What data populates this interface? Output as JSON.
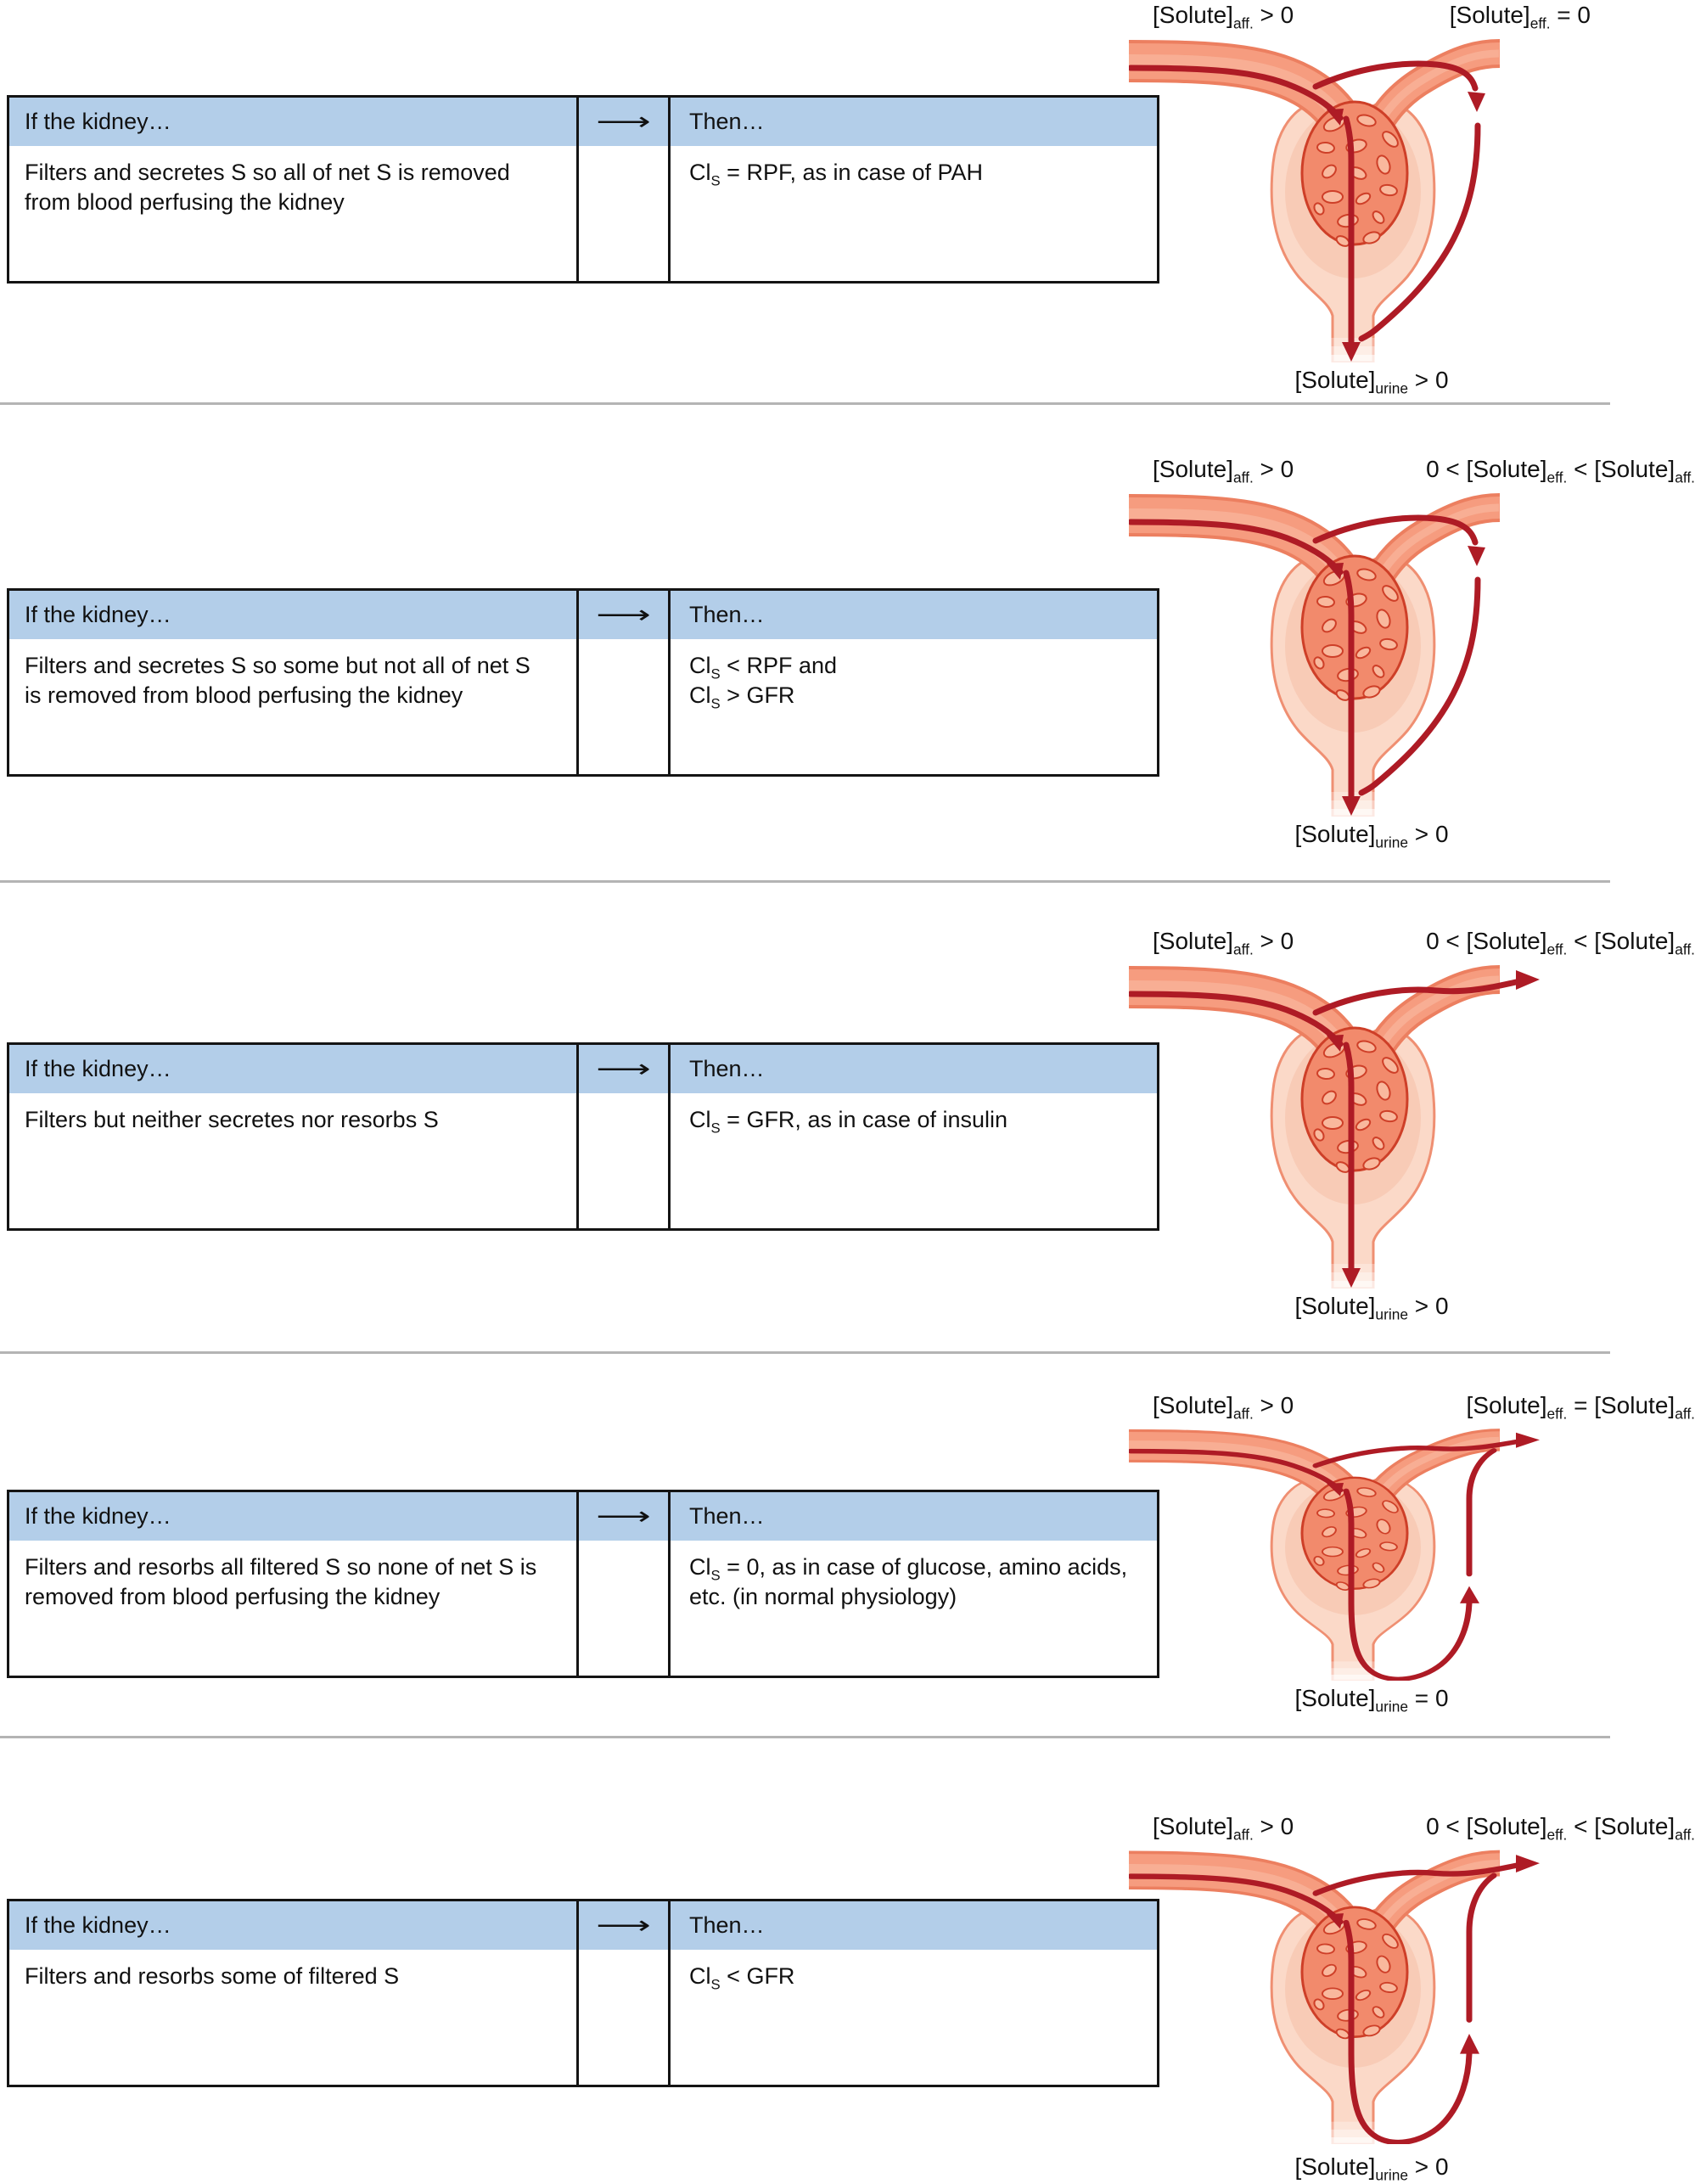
{
  "table_header": {
    "if_label": "If the kidney…",
    "then_label": "Then…",
    "arrow_icon": "⟶"
  },
  "colors": {
    "header_blue": "#b3cee9",
    "table_border": "#141414",
    "divider_gray": "#b4b4b4",
    "vessel_fill": "#f69c7f",
    "vessel_outline": "#ec7f60",
    "capsule_fill": "#fbd9c8",
    "capsule_outline": "#ef8f72",
    "glomerulus_fill": "#f28a6c",
    "glomerulus_outline": "#ce3f28",
    "flow_arrow_red": "#ae1b25"
  },
  "rows": [
    {
      "if_text": "Filters and secretes S so all of net S is removed from blood perfusing the kidney",
      "then_lines": [
        {
          "pre": "Cl",
          "sub": "S",
          "post": " = RPF, as in case of PAH"
        }
      ],
      "diagram": {
        "variant": "secretion",
        "afferent_label": {
          "pre": "[Solute]",
          "sub": "aff.",
          "mid": " > 0"
        },
        "efferent_label": {
          "pre": "[Solute]",
          "sub": "eff.",
          "mid": " = 0"
        },
        "urine_label": {
          "pre": "[Solute]",
          "sub": "urine",
          "mid": " > 0"
        }
      }
    },
    {
      "if_text": "Filters and secretes S so some but not all of net S is removed from blood perfusing the kidney",
      "then_lines": [
        {
          "pre": "Cl",
          "sub": "S",
          "post": " < RPF and"
        },
        {
          "pre": "Cl",
          "sub": "S",
          "post": " > GFR"
        }
      ],
      "diagram": {
        "variant": "secretion",
        "afferent_label": {
          "pre": "[Solute]",
          "sub": "aff.",
          "mid": " > 0"
        },
        "efferent_label": {
          "pre": "0 < [Solute]",
          "sub": "eff.",
          "mid": " < [Solute]",
          "sub2": "aff."
        },
        "urine_label": {
          "pre": "[Solute]",
          "sub": "urine",
          "mid": " > 0"
        }
      }
    },
    {
      "if_text": "Filters but neither secretes nor resorbs S",
      "then_lines": [
        {
          "pre": "Cl",
          "sub": "S",
          "post": " = GFR, as in case of insulin"
        }
      ],
      "diagram": {
        "variant": "filtration",
        "afferent_label": {
          "pre": "[Solute]",
          "sub": "aff.",
          "mid": " > 0"
        },
        "efferent_label": {
          "pre": "0 < [Solute]",
          "sub": "eff.",
          "mid": " < [Solute]",
          "sub2": "aff."
        },
        "urine_label": {
          "pre": "[Solute]",
          "sub": "urine",
          "mid": " > 0"
        }
      }
    },
    {
      "if_text": "Filters and resorbs all filtered S so none of net S is removed from blood perfusing the kidney",
      "then_lines": [
        {
          "pre": "Cl",
          "sub": "S",
          "post": " = 0, as in case of glucose, amino acids, etc. (in normal physiology)"
        }
      ],
      "diagram": {
        "variant": "resorption",
        "afferent_label": {
          "pre": "[Solute]",
          "sub": "aff.",
          "mid": " > 0"
        },
        "efferent_label": {
          "pre": "[Solute]",
          "sub": "eff.",
          "mid": " = [Solute]",
          "sub2": "aff."
        },
        "urine_label": {
          "pre": "[Solute]",
          "sub": "urine",
          "mid": " = 0"
        }
      }
    },
    {
      "if_text": "Filters and resorbs some of filtered S",
      "then_lines": [
        {
          "pre": "Cl",
          "sub": "S",
          "post": " < GFR"
        }
      ],
      "diagram": {
        "variant": "resorption",
        "afferent_label": {
          "pre": "[Solute]",
          "sub": "aff.",
          "mid": " > 0"
        },
        "efferent_label": {
          "pre": "0 < [Solute]",
          "sub": "eff.",
          "mid": " < [Solute]",
          "sub2": "aff."
        },
        "urine_label": {
          "pre": "[Solute]",
          "sub": "urine",
          "mid": " > 0"
        }
      }
    }
  ]
}
